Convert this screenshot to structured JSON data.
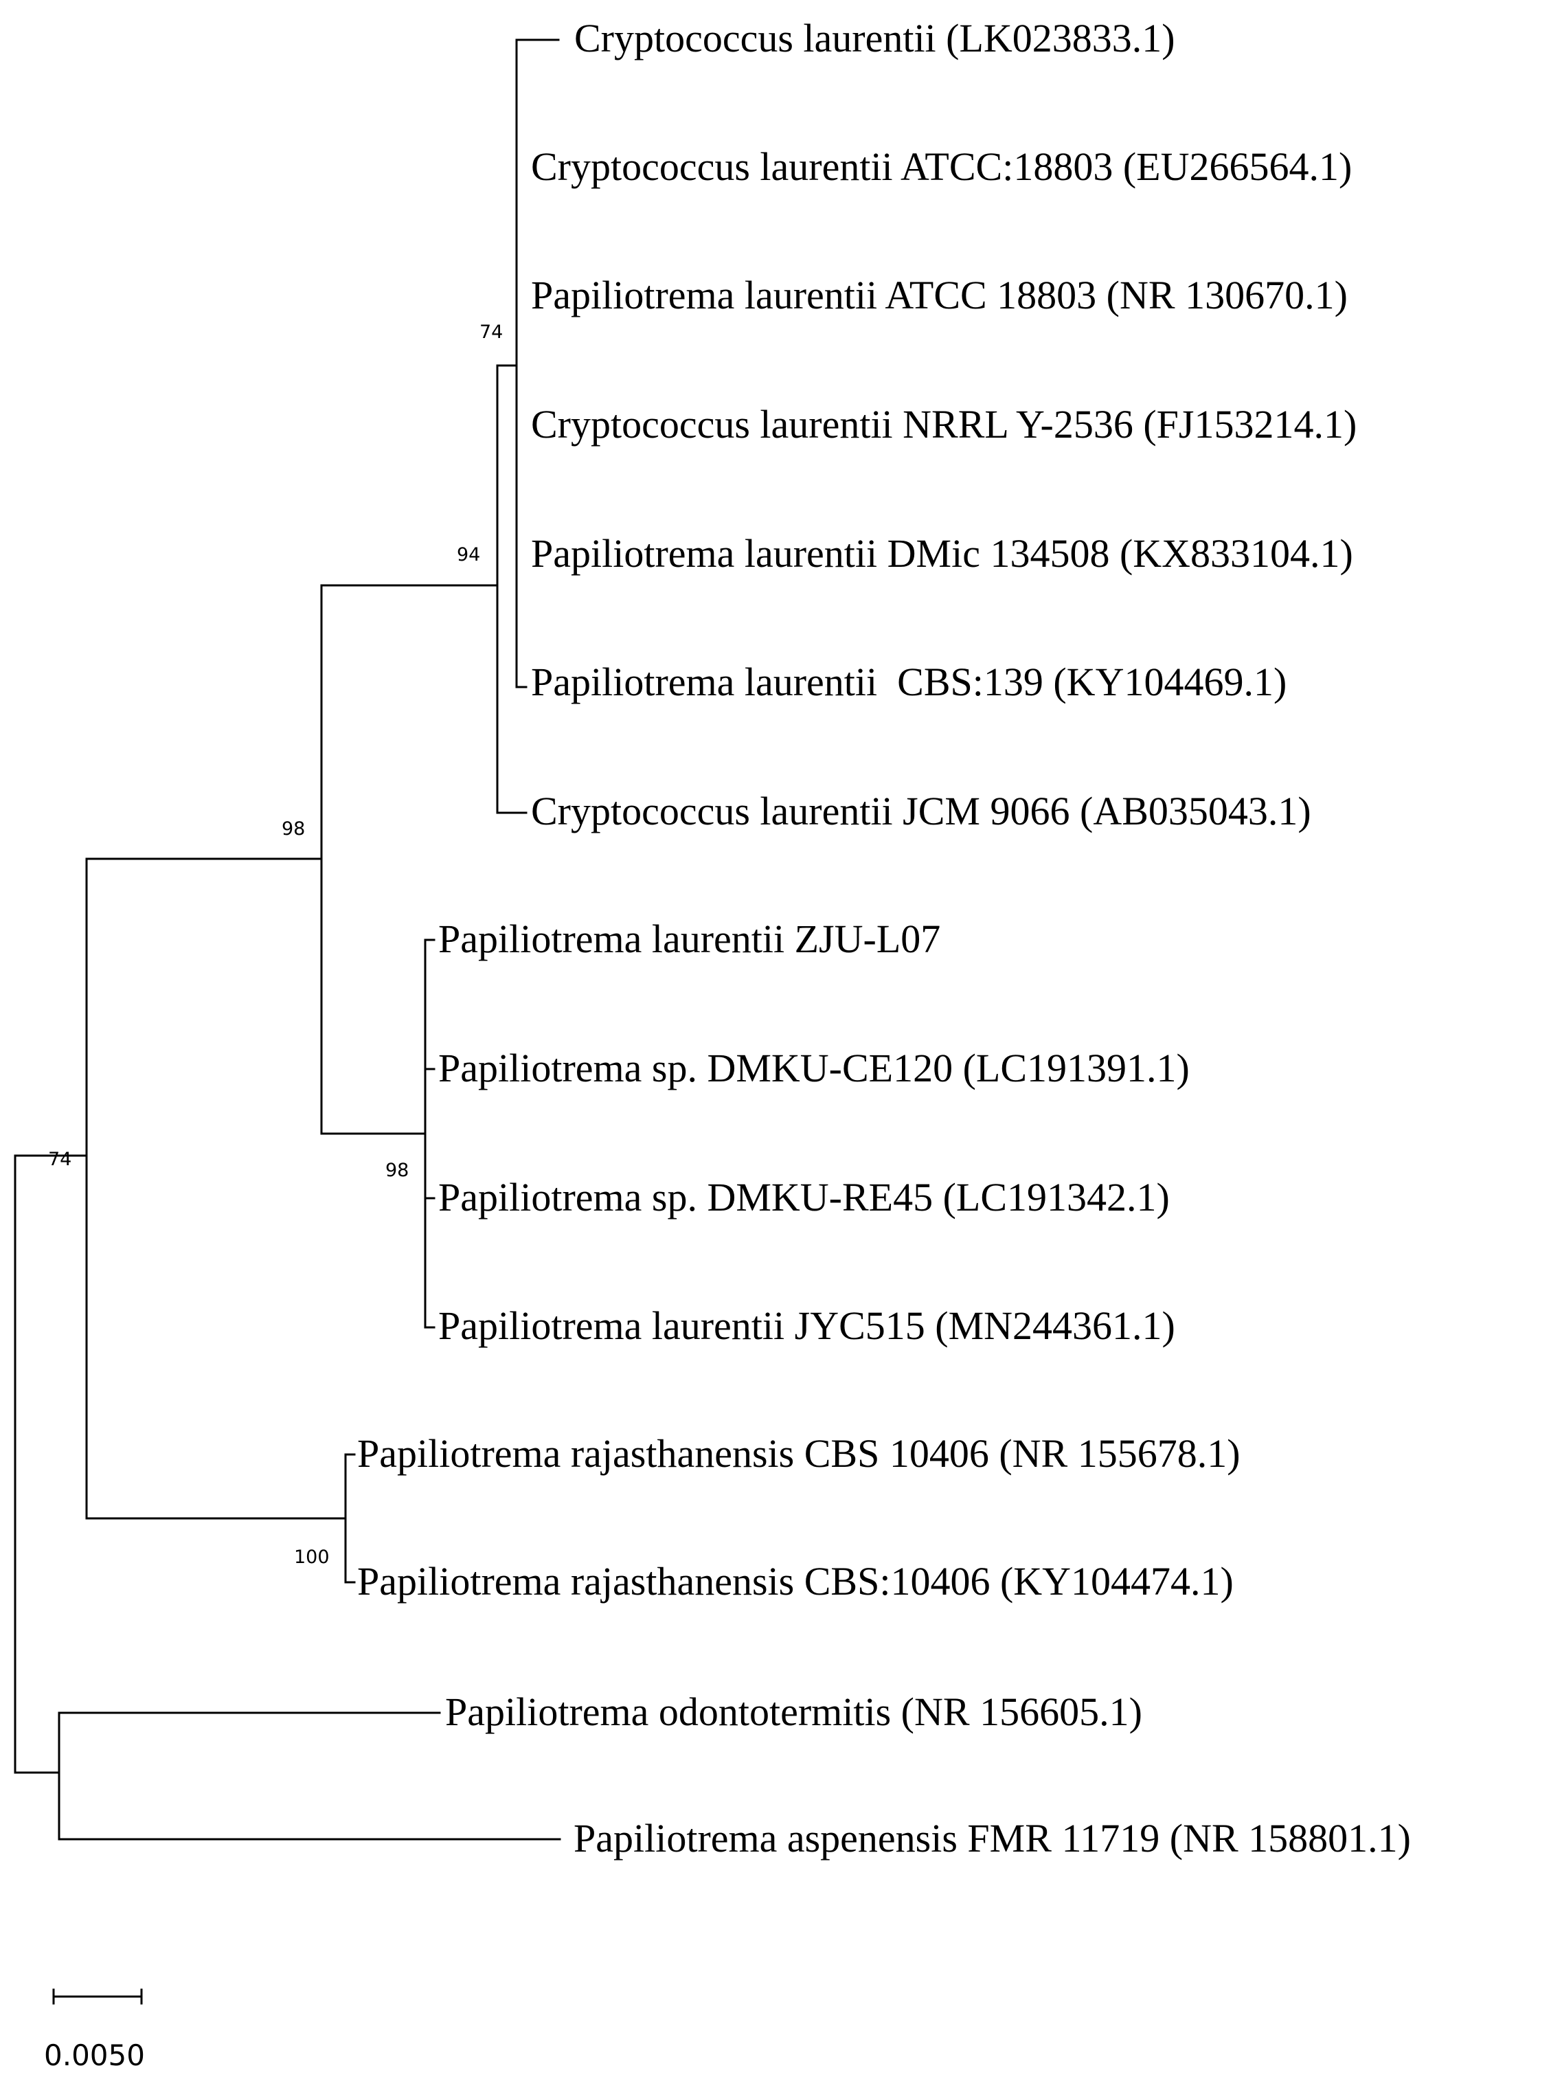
{
  "tree": {
    "taxa": [
      "Cryptococcus laurentii (LK023833.1)",
      "Cryptococcus laurentii ATCC:18803 (EU266564.1)",
      "Papiliotrema laurentii ATCC 18803 (NR 130670.1)",
      "Cryptococcus laurentii NRRL Y-2536 (FJ153214.1)",
      "Papiliotrema laurentii DMic 134508 (KX833104.1)",
      "Papiliotrema laurentii  CBS:139 (KY104469.1)",
      "Cryptococcus laurentii JCM 9066 (AB035043.1)",
      "Papiliotrema laurentii ZJU-L07",
      "Papiliotrema sp. DMKU-CE120 (LC191391.1)",
      "Papiliotrema sp. DMKU-RE45 (LC191342.1)",
      "Papiliotrema laurentii JYC515 (MN244361.1)",
      "Papiliotrema rajasthanensis CBS 10406 (NR 155678.1)",
      "Papiliotrema rajasthanensis CBS:10406 (KY104474.1)",
      "Papiliotrema odontotermitis (NR 156605.1)",
      "Papiliotrema aspenensis FMR 11719 (NR 158801.1)"
    ],
    "bootstrap": [
      "74",
      "94",
      "98",
      "98",
      "74",
      "100"
    ],
    "scale_bar": "0.0050"
  }
}
